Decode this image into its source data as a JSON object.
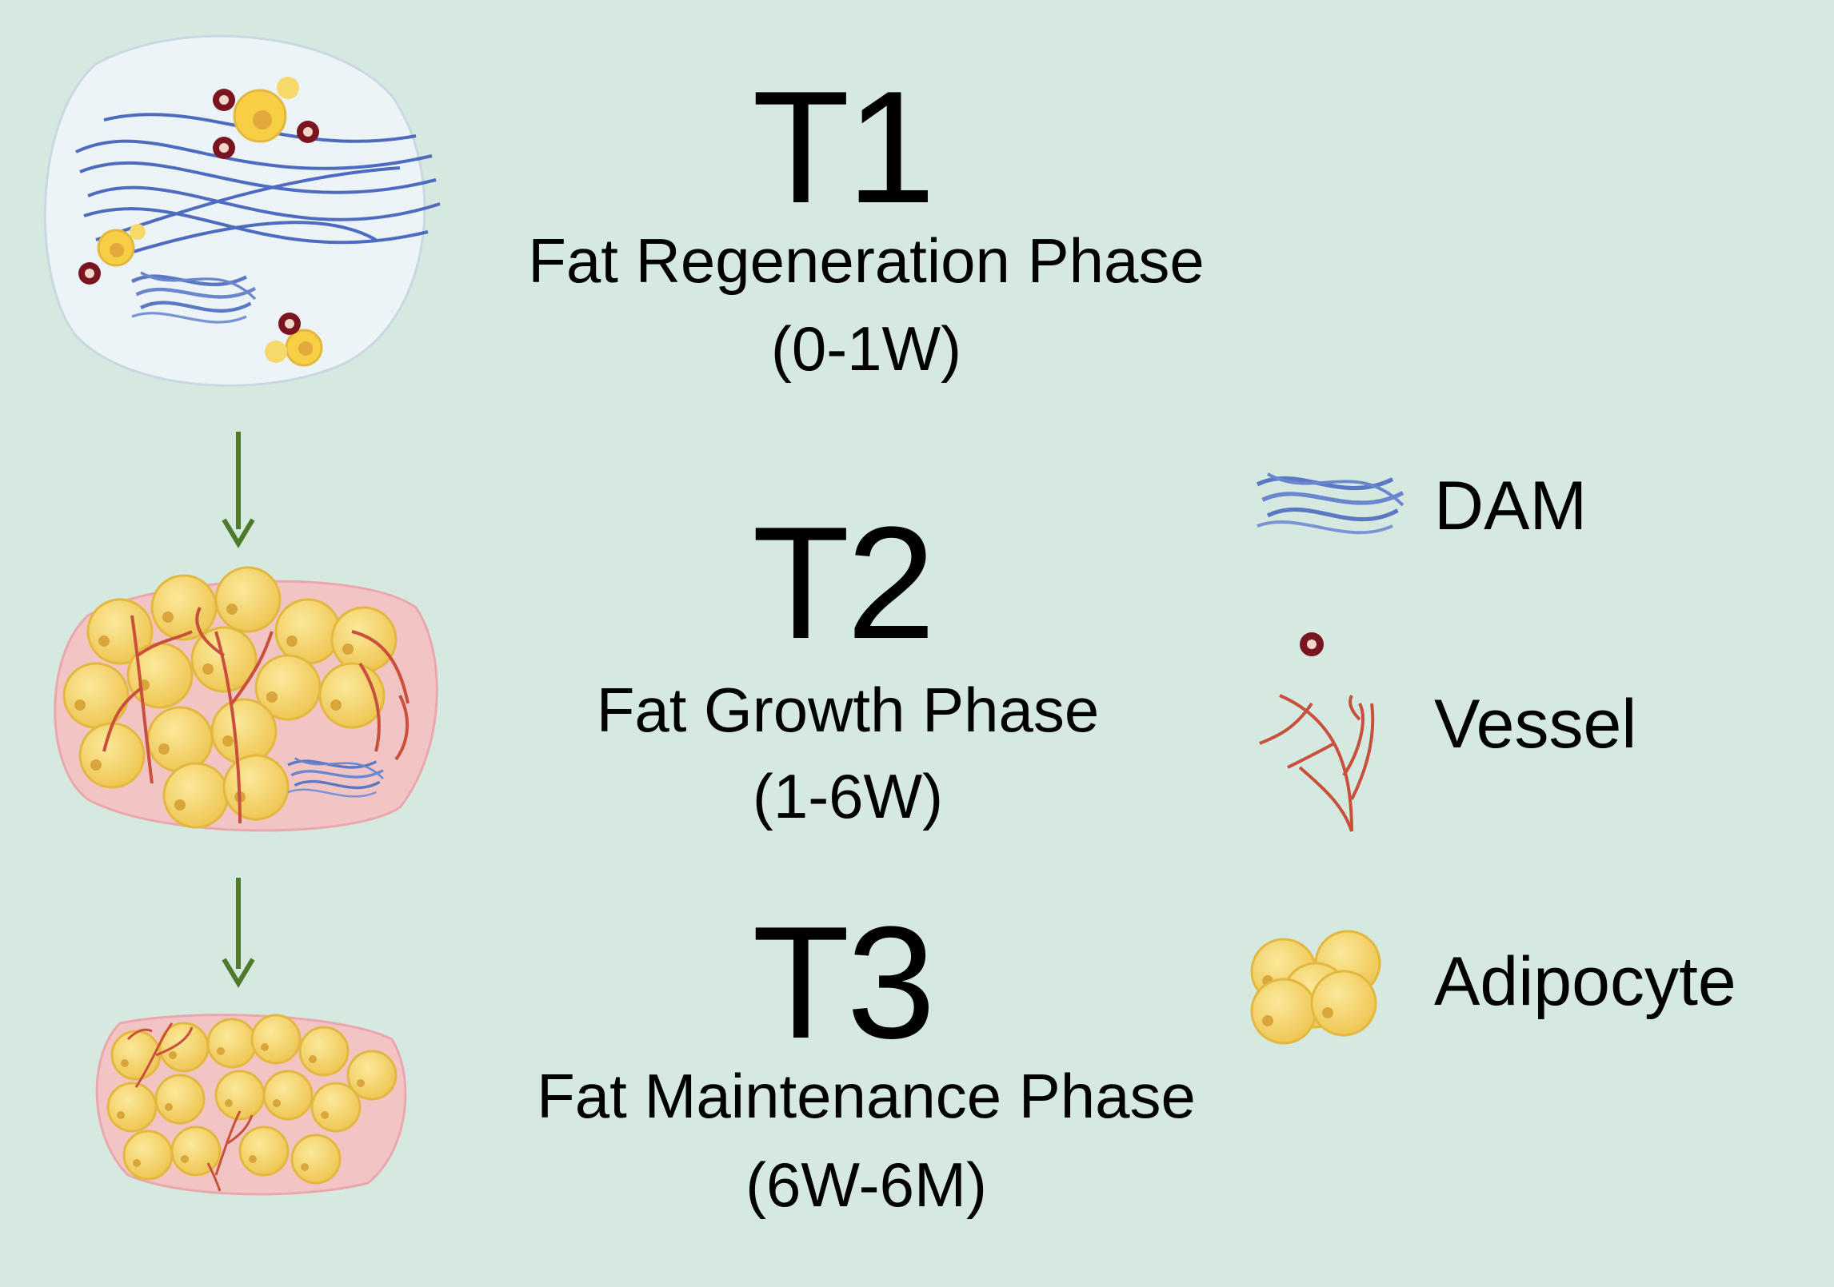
{
  "phases": [
    {
      "id": "T1",
      "name": "Fat Regeneration Phase",
      "period": "(0-1W)"
    },
    {
      "id": "T2",
      "name": "Fat Growth Phase",
      "period": "(1-6W)"
    },
    {
      "id": "T3",
      "name": "Fat Maintenance Phase",
      "period": "(6W-6M)"
    }
  ],
  "legend": {
    "dam": "DAM",
    "vessel": "Vessel",
    "adipocyte": "Adipocyte"
  },
  "colors": {
    "background": "#d5e9e0",
    "fiber": "#5b78c4",
    "adipocyte": "#f7d86a",
    "vessel": "#c8503c",
    "arrow": "#4f7a2c",
    "cell_dot": "#7a1420"
  }
}
